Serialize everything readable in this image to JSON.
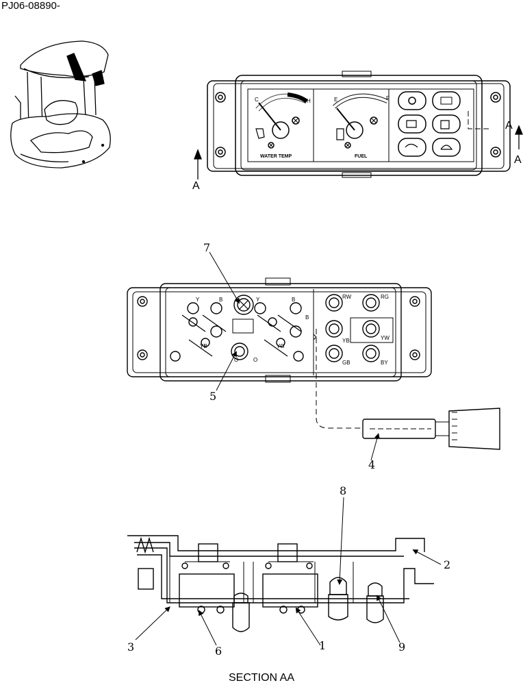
{
  "document_id": "PJ06-08890-",
  "caption": "SECTION AA",
  "panel_labels": {
    "water_temp": "WATER TEMP",
    "fuel": "FUEL",
    "temp_cold": "C",
    "temp_hot": "H",
    "fuel_empty": "E",
    "fuel_full": "F"
  },
  "section_marker": {
    "left": "A",
    "right": "A",
    "bottom": "A"
  },
  "callouts": [
    "1",
    "2",
    "3",
    "4",
    "5",
    "6",
    "7",
    "8",
    "9"
  ],
  "wire_labels": {
    "y": "Y",
    "b": "B",
    "yb": "YB",
    "yg": "YG",
    "o": "O",
    "gw": "GW",
    "rw": "RW",
    "rg": "RG",
    "yb2": "YB",
    "yw": "YW",
    "gb": "GB",
    "by": "BY"
  }
}
